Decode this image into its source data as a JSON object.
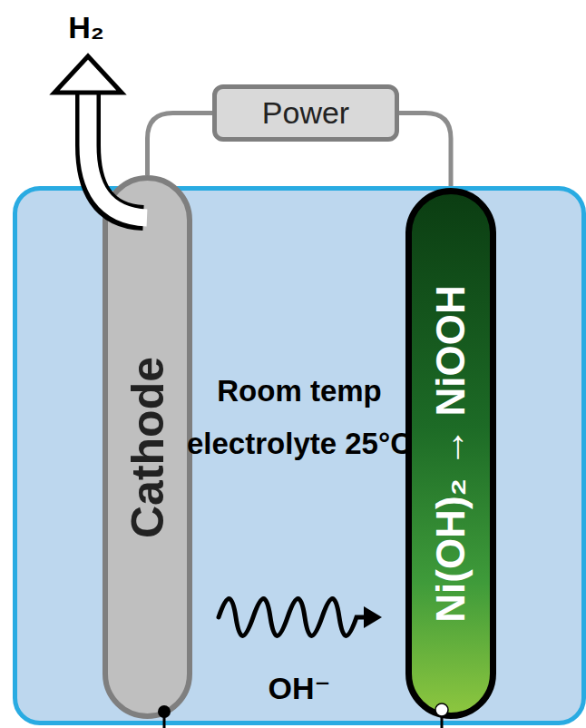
{
  "diagram": {
    "nodes": [
      {
        "text": [
          "Power"
        ]
      },
      {
        "text": [
          "Room temp electrolyte 25°C",
          "OH⁻"
        ]
      },
      {
        "text": [
          "Cathode"
        ],
        "in": 1
      },
      {
        "text": [
          "Ni(OH)₂ → NiOOH"
        ],
        "in": 1
      }
    ],
    "edges": [
      {
        "from": 0,
        "to": 2,
        "arrow": "none"
      },
      {
        "from": 0,
        "to": 3,
        "arrow": "none"
      }
    ],
    "labels": [
      "H₂"
    ]
  }
}
